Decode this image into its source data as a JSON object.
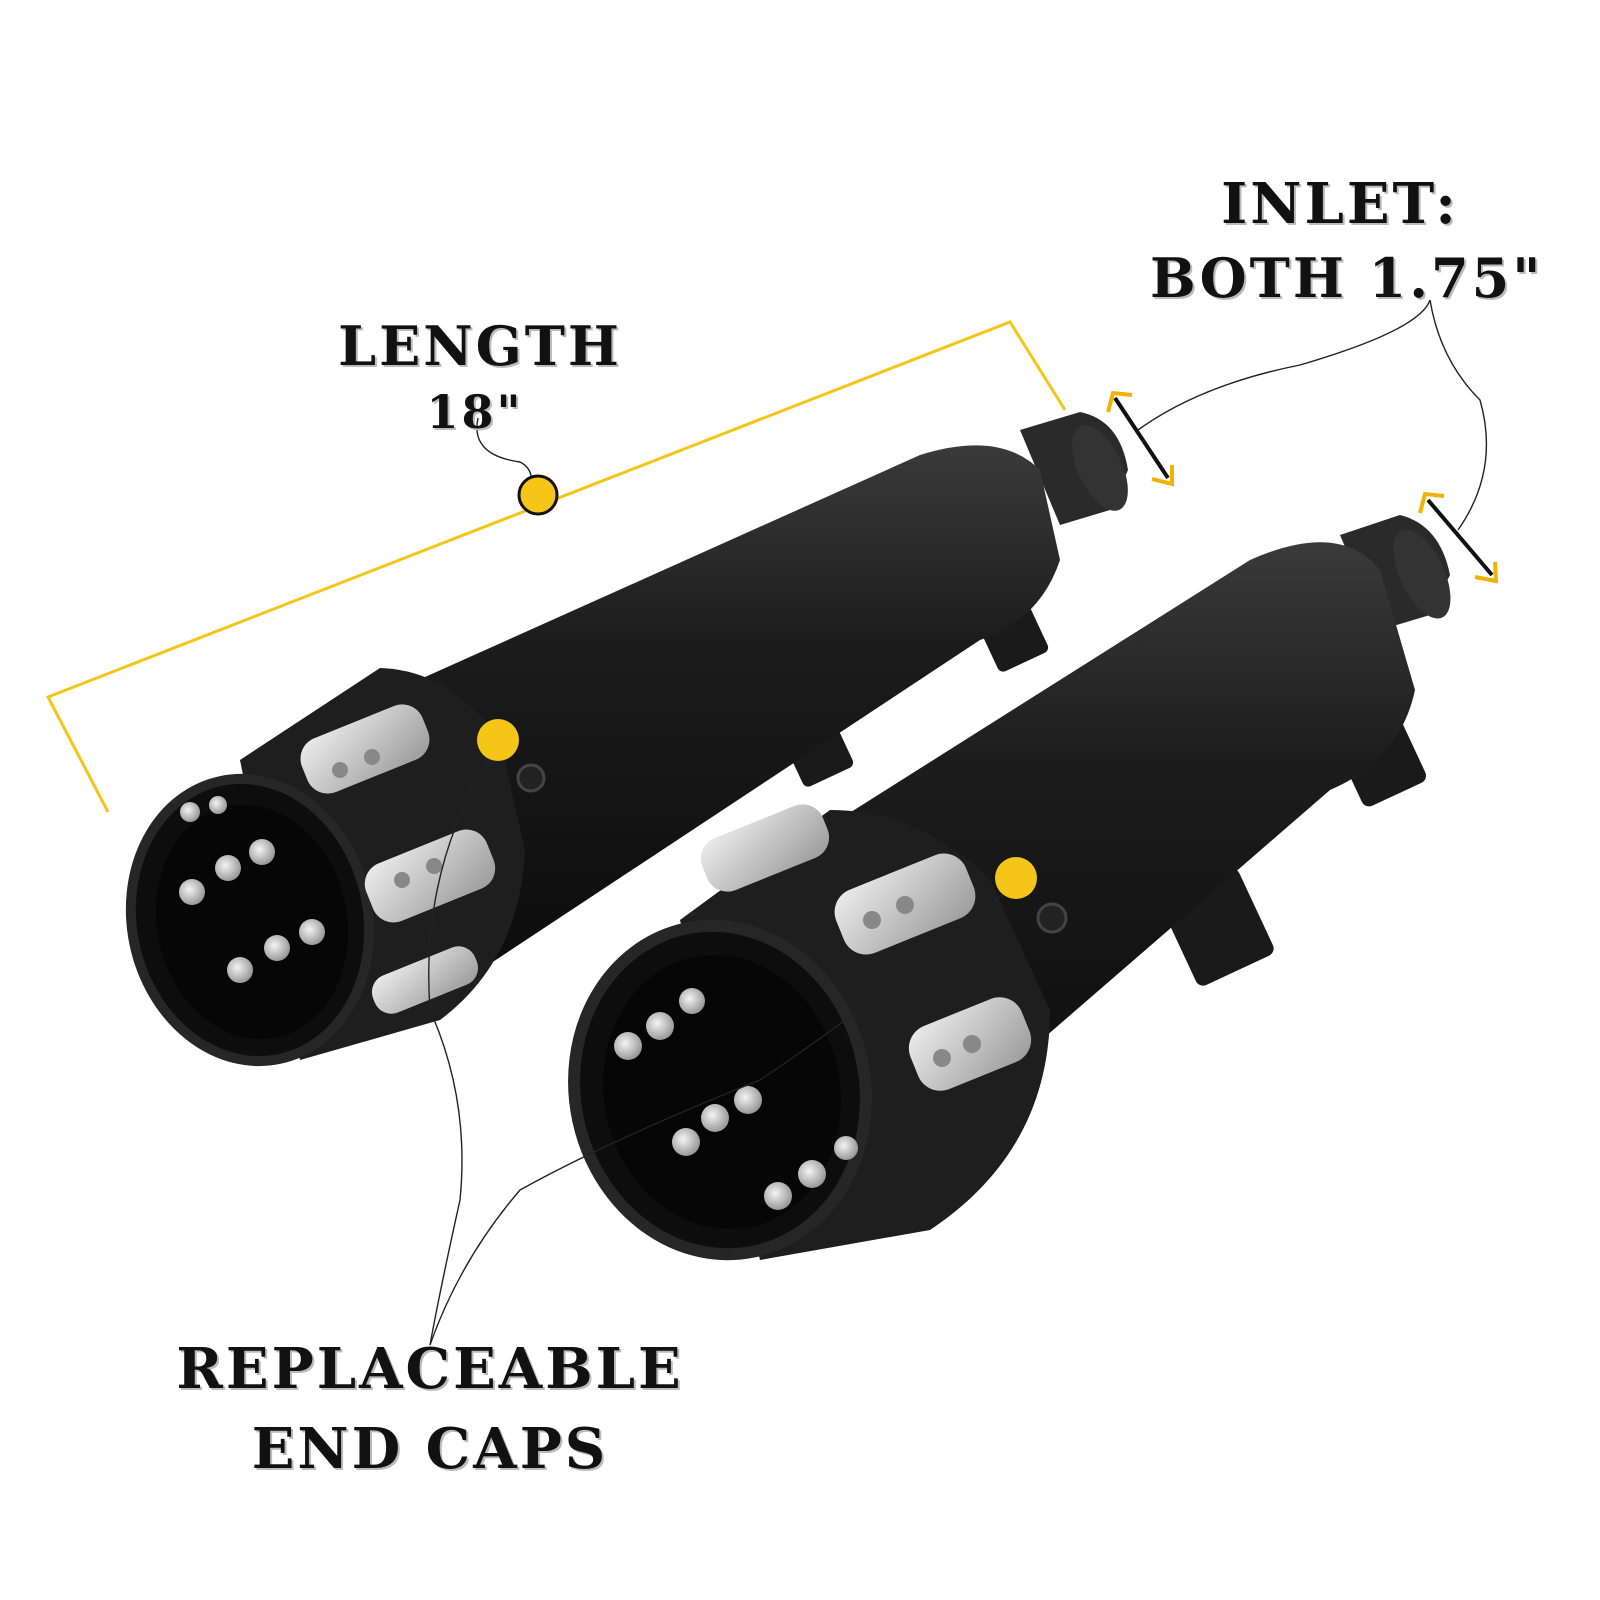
{
  "annotations": {
    "length_title": "LENGTH",
    "length_value": "18\"",
    "inlet_title": "INLET:",
    "inlet_value": "BOTH 1.75\"",
    "end_caps_line1": "REPLACEABLE",
    "end_caps_line2": "END CAPS"
  },
  "colors": {
    "accent_yellow": "#f5c518",
    "muffler_black": "#151515",
    "chrome": "#cfcfcf",
    "arrow_yellow": "#f0b400"
  },
  "icons": {
    "marker": "yellow-dot-marker",
    "dimension_arrow": "double-headed-arrow"
  }
}
